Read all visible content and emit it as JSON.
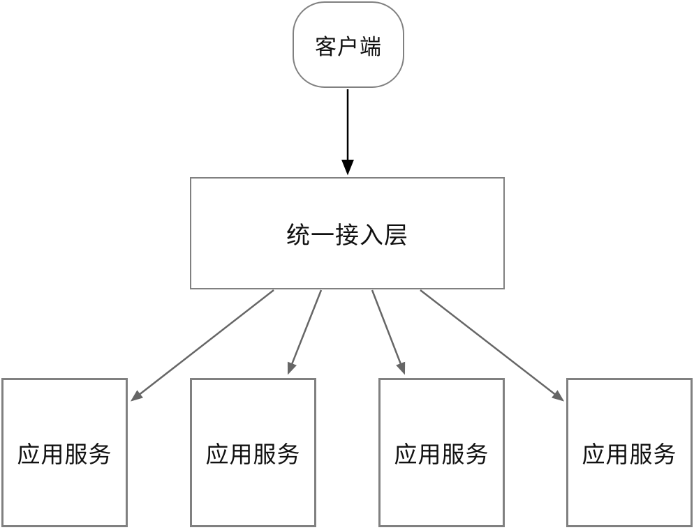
{
  "diagram": {
    "nodes": {
      "client": {
        "label": "客户端",
        "shape": "rounded-rectangle"
      },
      "gateway": {
        "label": "统一接入层",
        "shape": "rectangle"
      },
      "services": [
        {
          "label": "应用服务"
        },
        {
          "label": "应用服务"
        },
        {
          "label": "应用服务"
        },
        {
          "label": "应用服务"
        }
      ]
    },
    "edges": [
      {
        "from": "client",
        "to": "gateway",
        "style": "arrow",
        "color": "#000000"
      },
      {
        "from": "gateway",
        "to": "service-1",
        "style": "arrow",
        "color": "#666666"
      },
      {
        "from": "gateway",
        "to": "service-2",
        "style": "arrow",
        "color": "#666666"
      },
      {
        "from": "gateway",
        "to": "service-3",
        "style": "arrow",
        "color": "#666666"
      },
      {
        "from": "gateway",
        "to": "service-4",
        "style": "arrow",
        "color": "#666666"
      }
    ],
    "colors": {
      "background": "#ffffff",
      "node_border": "#808080",
      "node_fill": "#ffffff",
      "text": "#111111",
      "arrow_primary": "#000000",
      "arrow_secondary": "#666666"
    }
  }
}
